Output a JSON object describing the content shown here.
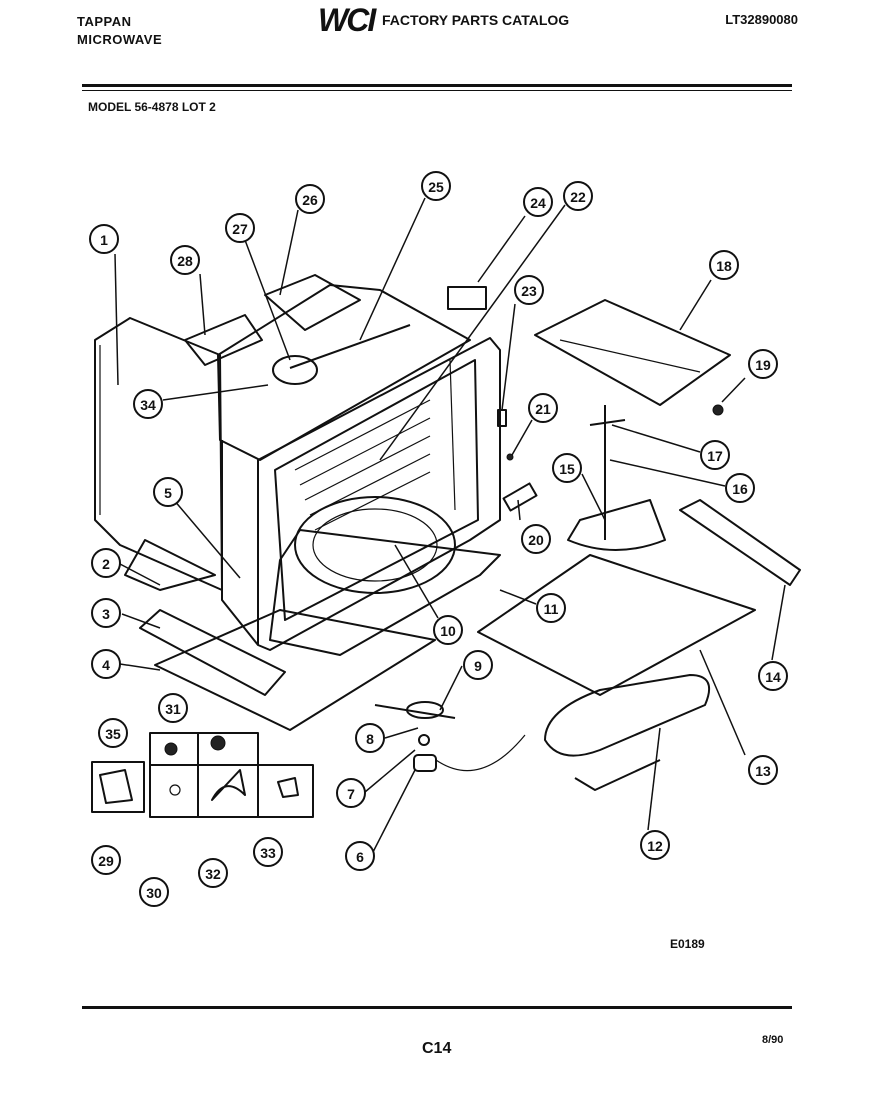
{
  "header": {
    "brand_line1": "TAPPAN",
    "brand_line2": "MICROWAVE",
    "logo": "WCI",
    "catalog_title": "FACTORY PARTS CATALOG",
    "catalog_number": "LT32890080"
  },
  "model_line": "MODEL 56-4878 LOT 2",
  "diagram_code": "E0189",
  "footer": {
    "page": "C14",
    "date": "8/90"
  },
  "callouts": [
    "1",
    "2",
    "3",
    "4",
    "5",
    "6",
    "7",
    "8",
    "9",
    "10",
    "11",
    "12",
    "13",
    "14",
    "15",
    "16",
    "17",
    "18",
    "19",
    "20",
    "21",
    "22",
    "23",
    "24",
    "25",
    "26",
    "27",
    "28",
    "29",
    "30",
    "31",
    "32",
    "33",
    "34",
    "35"
  ]
}
